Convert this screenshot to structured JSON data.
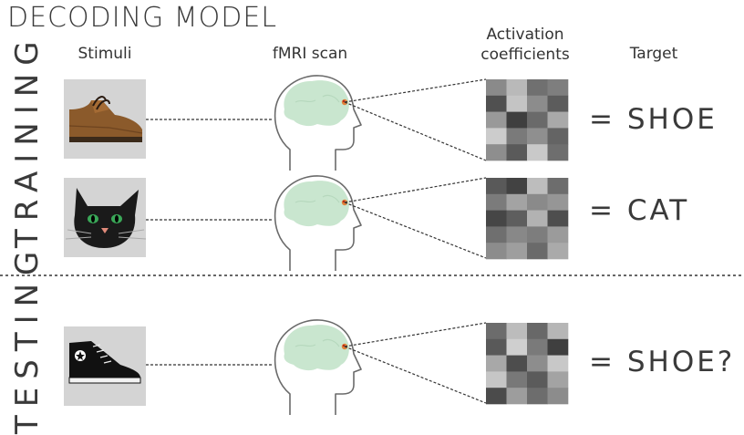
{
  "title": "DECODING MODEL",
  "columns": {
    "stimuli": "Stimuli",
    "scan": "fMRI scan",
    "activation_line1": "Activation",
    "activation_line2": "coefficients",
    "target": "Target"
  },
  "sections": {
    "training": "TRAINING",
    "testing": "TESTING"
  },
  "rows": [
    {
      "stimulus": "shoe-icon",
      "target": "= SHOE",
      "grid": [
        "#8a8a8a",
        "#b9b9b9",
        "#707070",
        "#7e7e7e",
        "#505050",
        "#c4c4c4",
        "#8c8c8c",
        "#5c5c5c",
        "#999999",
        "#3f3f3f",
        "#6a6a6a",
        "#a9a9a9",
        "#cccccc",
        "#7a7a7a",
        "#8f8f8f",
        "#646464",
        "#8e8e8e",
        "#5a5a5a",
        "#c9c9c9",
        "#6e6e6e"
      ]
    },
    {
      "stimulus": "cat-icon",
      "target": "= CAT",
      "grid": [
        "#595959",
        "#424242",
        "#bdbdbd",
        "#6d6d6d",
        "#7b7b7b",
        "#a3a3a3",
        "#8a8a8a",
        "#969696",
        "#464646",
        "#5e5e5e",
        "#b2b2b2",
        "#4e4e4e",
        "#6f6f6f",
        "#888888",
        "#7d7d7d",
        "#9b9b9b",
        "#8c8c8c",
        "#9e9e9e",
        "#6a6a6a",
        "#aaaaaa"
      ]
    },
    {
      "stimulus": "sneaker-icon",
      "target": "= SHOE?",
      "grid": [
        "#6c6c6c",
        "#bcbcbc",
        "#686868",
        "#b6b6b6",
        "#595959",
        "#cfcfcf",
        "#7a7a7a",
        "#3f3f3f",
        "#a8a8a8",
        "#4d4d4d",
        "#8d8d8d",
        "#c8c8c8",
        "#c6c6c6",
        "#787878",
        "#5b5b5b",
        "#a3a3a3",
        "#4b4b4b",
        "#9d9d9d",
        "#6d6d6d",
        "#8c8c8c"
      ]
    }
  ]
}
